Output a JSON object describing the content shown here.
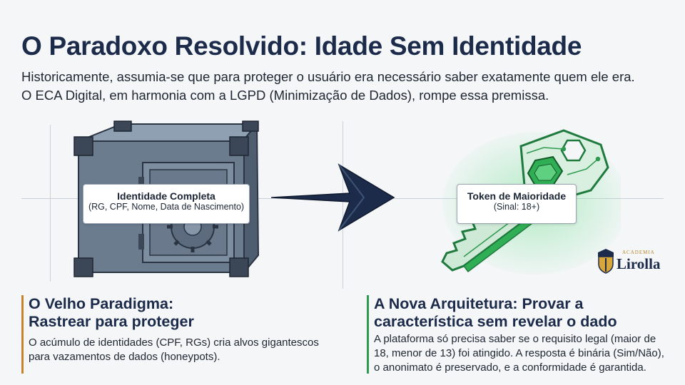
{
  "title": "O Paradoxo Resolvido: Idade Sem Identidade",
  "intro": {
    "line1": "Historicamente, assumia-se que para proteger o usuário era necessário saber exatamente quem ele era.",
    "line2": "O ECA Digital, em harmonia com a LGPD (Minimização de Dados), rompe essa premissa."
  },
  "old": {
    "label_title": "Identidade Completa",
    "label_sub": "(RG, CPF, Nome, Data de Nascimento)",
    "heading_line1": "O Velho Paradigma:",
    "heading_line2": "Rastrear para proteger",
    "body_line1": "O acúmulo de identidades (CPF, RGs) cria alvos gigantescos",
    "body_line2": "para vazamentos de dados (honeypots)."
  },
  "new": {
    "label_title": "Token de Maioridade",
    "label_sub": "(Sinal: 18+)",
    "heading_line1": "A Nova Arquitetura: Provar a",
    "heading_line2": "característica sem revelar o dado",
    "body_line1": "A plataforma só precisa saber se o requisito legal (maior de",
    "body_line2": "18, menor de 13) foi atingido. A resposta é binária (Sim/Não),",
    "body_line3": "o anonimato é preservado, e a conformidade é garantida."
  },
  "logo": {
    "small": "ACADEMIA",
    "name": "Lirolla"
  },
  "colors": {
    "navy": "#1c2b4a",
    "old_accent": "#c8822a",
    "new_accent": "#2e9a4e",
    "key_green": "#2fae55",
    "safe_steel": "#5f7186"
  },
  "icons": [
    "safe-icon",
    "gear-icon",
    "arrow-icon",
    "key-icon",
    "circuit-icon"
  ]
}
